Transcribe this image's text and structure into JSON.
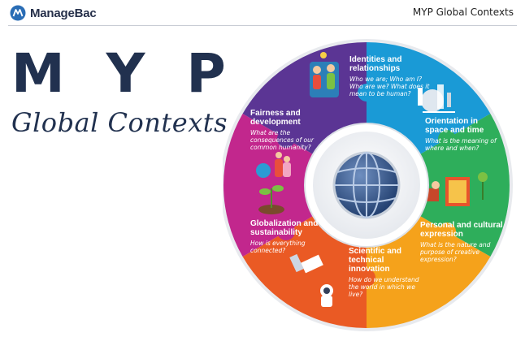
{
  "header": {
    "logo_text": "ManageBac",
    "title": "MYP Global Contexts"
  },
  "hero": {
    "title": "M Y P",
    "subtitle": "Global Contexts"
  },
  "colors": {
    "navy": "#21314f",
    "identities": "#1a9ad6",
    "orientation": "#2eae5b",
    "personal": "#f5a21b",
    "scientific": "#ea5a24",
    "globalization": "#c2278d",
    "fairness": "#5b3594"
  },
  "contexts": [
    {
      "id": "identities",
      "title": "Identities and relationships",
      "question": "Who we are; Who am I? Who are we? What does it mean to be human?",
      "icon": "people-illustration"
    },
    {
      "id": "orientation",
      "title": "Orientation in space and time",
      "question": "What is the meaning of where and when?",
      "icon": "city-globe-illustration"
    },
    {
      "id": "personal",
      "title": "Personal and cultural expression",
      "question": "What is the nature and purpose of creative expression?",
      "icon": "artist-illustration"
    },
    {
      "id": "scientific",
      "title": "Scientific and technical innovation",
      "question": "How do we understand the world in which we live?",
      "icon": "satellite-astronaut-illustration"
    },
    {
      "id": "globalization",
      "title": "Globalization and sustainability",
      "question": "How is everything connected?",
      "icon": "plant-illustration"
    },
    {
      "id": "fairness",
      "title": "Fairness and development",
      "question": "What are the consequences of our common humanity?",
      "icon": "scales-illustration"
    }
  ],
  "center": {
    "icon": "globe-icon"
  }
}
